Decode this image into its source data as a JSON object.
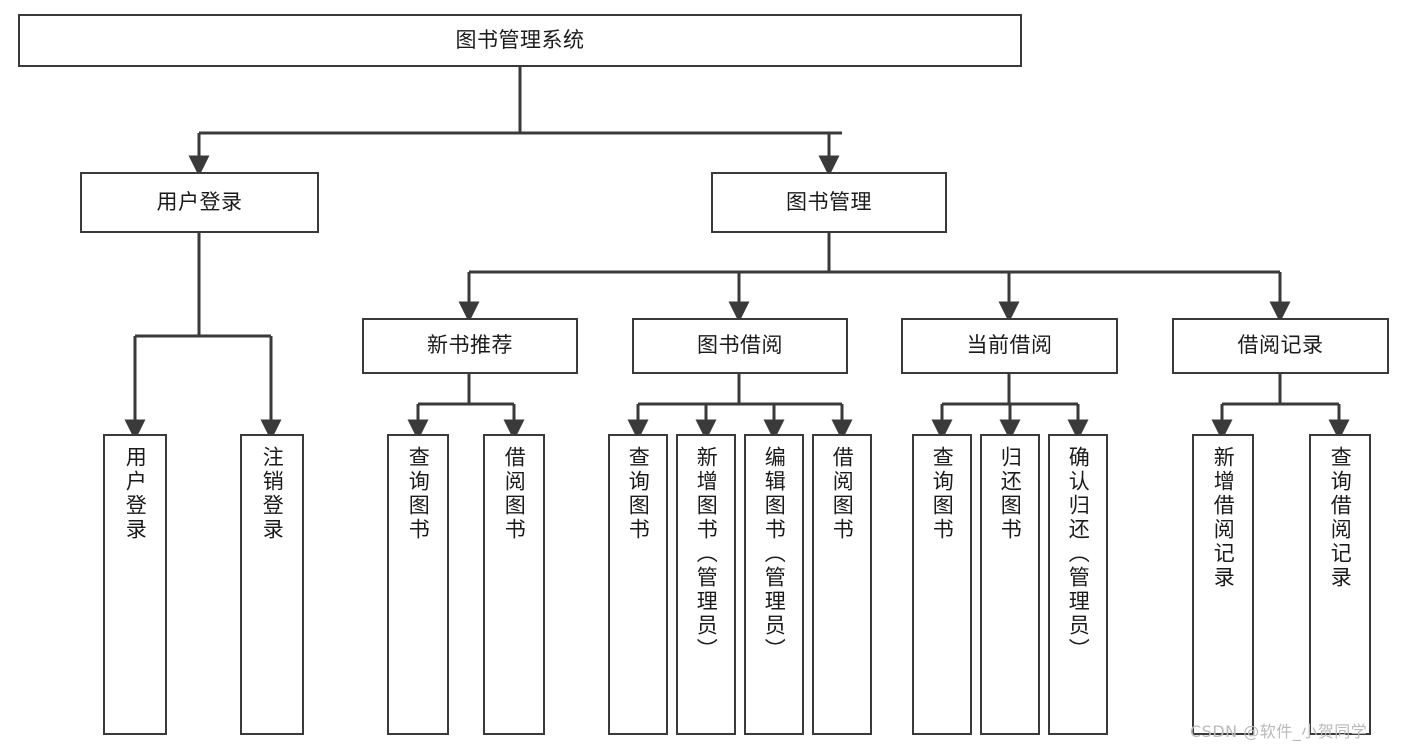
{
  "diagram": {
    "title": "图书管理系统",
    "type": "hierarchy-tree",
    "watermark": "CSDN @软件_小贺同学",
    "colors": {
      "box_border": "#3a3a3a",
      "box_fill": "#ffffff",
      "edge": "#3a3a3a",
      "text": "#1b1b1b",
      "watermark": "#b9b9b9"
    },
    "nodes": {
      "root": {
        "label": "图书管理系统"
      },
      "level1": [
        {
          "label": "用户登录"
        },
        {
          "label": "图书管理"
        }
      ],
      "level2": [
        {
          "label": "新书推荐"
        },
        {
          "label": "图书借阅"
        },
        {
          "label": "当前借阅"
        },
        {
          "label": "借阅记录"
        }
      ],
      "leaves": {
        "user_login": [
          {
            "label": "用户登录"
          },
          {
            "label": "注销登录"
          }
        ],
        "new_book_recommend": [
          {
            "label": "查询图书"
          },
          {
            "label": "借阅图书"
          }
        ],
        "book_borrow": [
          {
            "label": "查询图书"
          },
          {
            "label": "新增图书（管理员）"
          },
          {
            "label": "编辑图书（管理员）"
          },
          {
            "label": "借阅图书"
          }
        ],
        "current_borrow": [
          {
            "label": "查询图书"
          },
          {
            "label": "归还图书"
          },
          {
            "label": "确认归还（管理员）"
          }
        ],
        "borrow_records": [
          {
            "label": "新增借阅记录"
          },
          {
            "label": "查询借阅记录"
          }
        ]
      }
    }
  }
}
